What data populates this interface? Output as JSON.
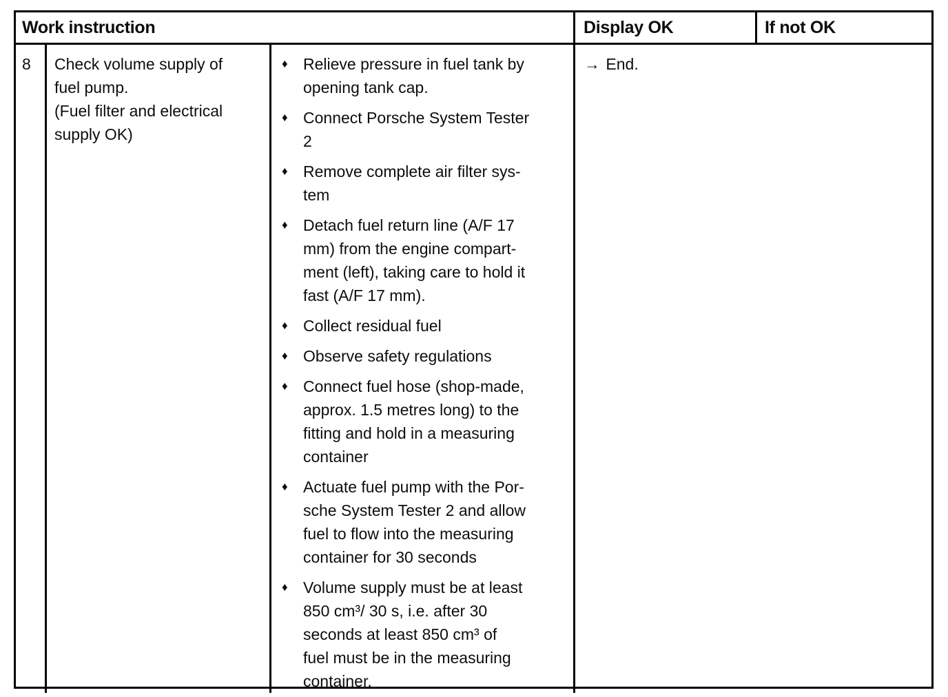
{
  "table": {
    "headers": {
      "work_instruction": "Work instruction",
      "display_ok": "Display OK",
      "if_not_ok": "If not OK"
    },
    "row": {
      "step_number": "8",
      "task": "Check volume supply of\nfuel pump.\n(Fuel filter and electrical\nsupply OK)",
      "bullet_glyph": "♦",
      "procedure_steps": [
        "Relieve pressure in fuel tank by\nopening tank cap.",
        "Connect Porsche System Tester\n2",
        "Remove complete air filter sys-\ntem",
        "Detach fuel return line (A/F 17\nmm) from the engine compart-\nment (left), taking care to hold it\nfast (A/F 17 mm).",
        "Collect residual fuel",
        "Observe safety regulations",
        "Connect fuel hose (shop-made,\napprox. 1.5 metres long) to the\nfitting and hold in a measuring\ncontainer",
        "Actuate fuel pump with the Por-\nsche System Tester 2 and allow\nfuel to flow into the measuring\ncontainer for 30 seconds",
        "Volume supply must be at least\n850 cm³/ 30 s, i.e. after 30\nseconds at least 850 cm³ of\nfuel must be in the measuring\ncontainer."
      ],
      "display_ok_result": {
        "arrow": "→",
        "text": "End."
      },
      "if_not_ok_result": ""
    }
  },
  "colors": {
    "text": "#0d0d0d",
    "border": "#000000",
    "background": "#ffffff"
  }
}
